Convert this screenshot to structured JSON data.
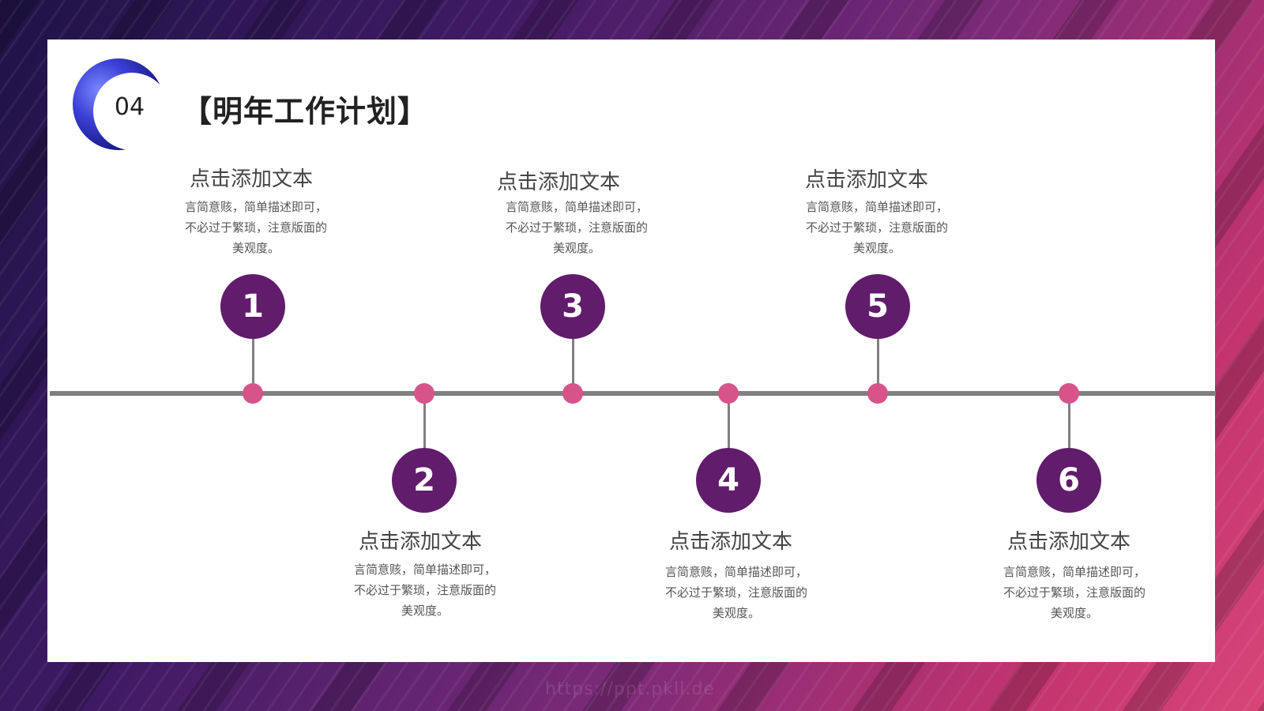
{
  "slide": {
    "number": "04",
    "title": "【明年工作计划】"
  },
  "steps": [
    {
      "num": "1",
      "heading": "点击添加文本",
      "desc": [
        "言简意赅，简单描述即可，",
        "不必过于繁琐，注意版面的",
        "美观度。"
      ]
    },
    {
      "num": "2",
      "heading": "点击添加文本",
      "desc": [
        "言简意赅，简单描述即可，",
        "不必过于繁琐，注意版面的",
        "美观度。"
      ]
    },
    {
      "num": "3",
      "heading": "点击添加文本",
      "desc": [
        "言简意赅，简单描述即可，",
        "不必过于繁琐，注意版面的",
        "美观度。"
      ]
    },
    {
      "num": "4",
      "heading": "点击添加文本",
      "desc": [
        "言简意赅，简单描述即可，",
        "不必过于繁琐，注意版面的",
        "美观度。"
      ]
    },
    {
      "num": "5",
      "heading": "点击添加文本",
      "desc": [
        "言简意赅，简单描述即可，",
        "不必过于繁琐，注意版面的",
        "美观度。"
      ]
    },
    {
      "num": "6",
      "heading": "点击添加文本",
      "desc": [
        "言简意赅，简单描述即可，",
        "不必过于繁琐，注意版面的",
        "美观度。"
      ]
    }
  ],
  "colors": {
    "circle": "#611c6c",
    "dot": "#d7548b",
    "axis": "#7f7f7f"
  },
  "watermark": "https://ppt.pkll.de"
}
